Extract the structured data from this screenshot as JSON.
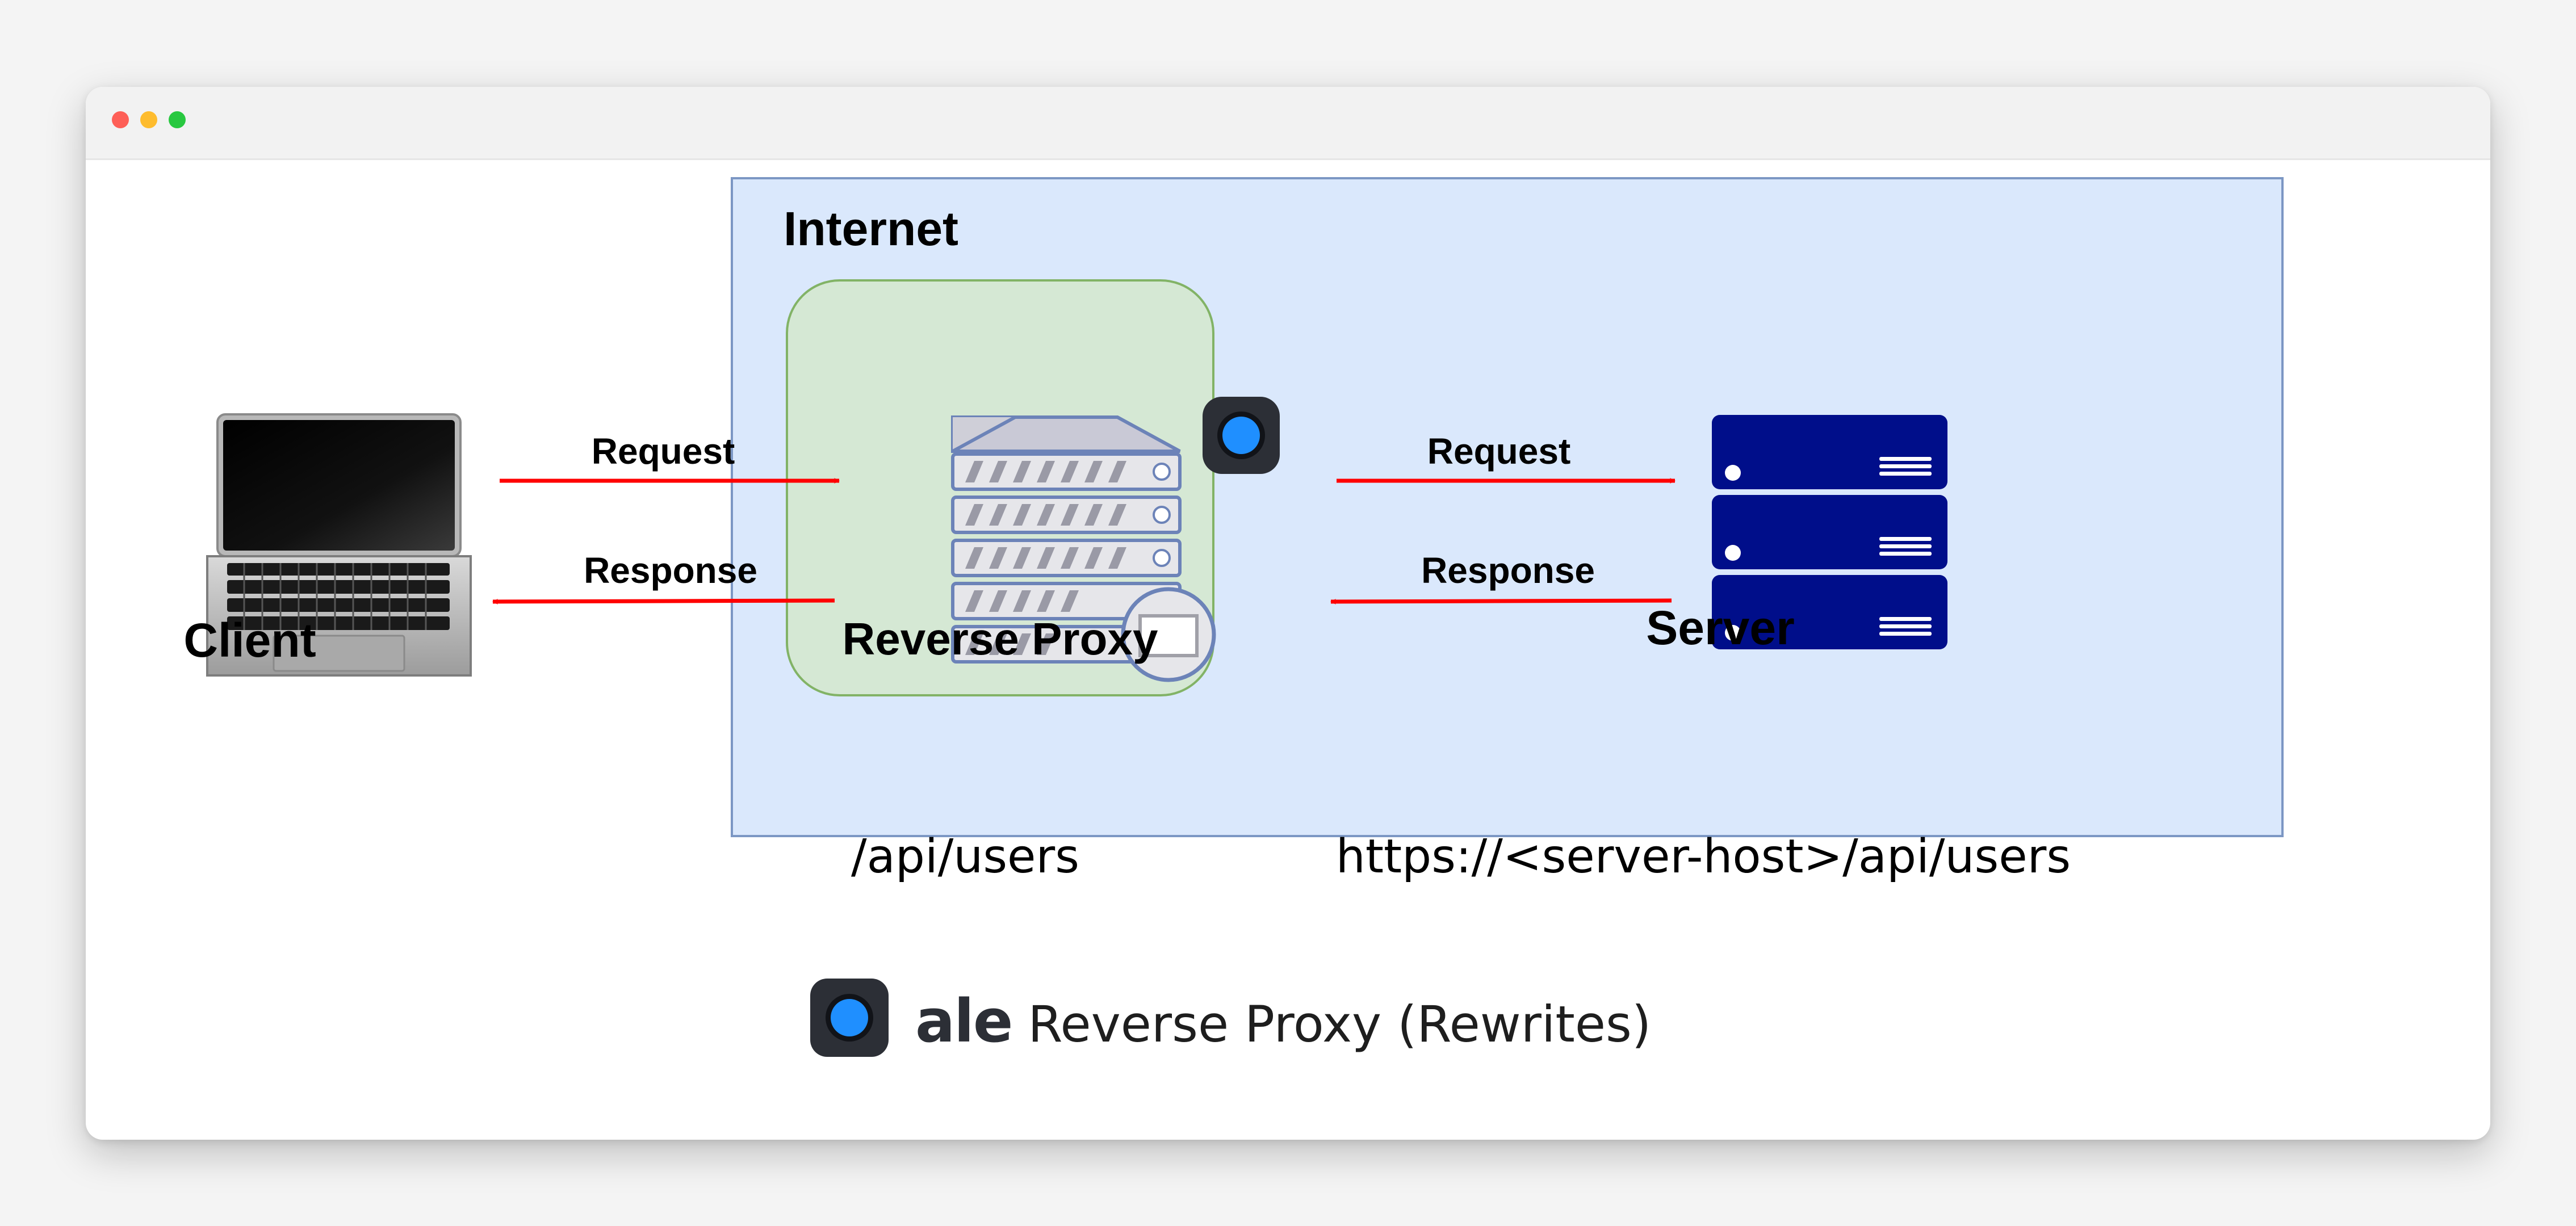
{
  "diagram": {
    "internet_label": "Internet",
    "client": {
      "label": "Client",
      "icon": "laptop-icon"
    },
    "proxy": {
      "label": "Reverse Proxy",
      "icon": "proxy-server-icon",
      "path": "/api/users"
    },
    "server": {
      "label": "Server",
      "icon": "server-rack-icon",
      "url": "https://<server-host>/api/users"
    },
    "edges": {
      "client_to_proxy": "Request",
      "proxy_to_client": "Response",
      "proxy_to_server": "Request",
      "server_to_proxy": "Response"
    },
    "colors": {
      "internet_fill": "#dae8fc",
      "proxy_fill": "#d5e8d4",
      "server": "#000e8a",
      "arrow": "#ff0000"
    }
  },
  "footer": {
    "brand": "ale",
    "title": "Reverse Proxy (Rewrites)",
    "icon": "ale-logo-icon"
  }
}
